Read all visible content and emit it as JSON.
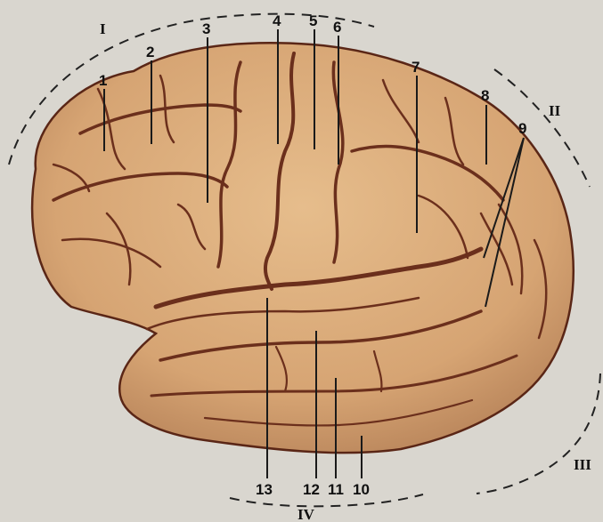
{
  "diagram": {
    "region_labels": [
      "I",
      "II",
      "III",
      "IV"
    ],
    "structure_labels": [
      "1",
      "2",
      "3",
      "4",
      "5",
      "6",
      "7",
      "8",
      "9",
      "10",
      "11",
      "12",
      "13"
    ]
  },
  "colors": {
    "background": "#d9d6cf",
    "brain_fill": "#d9a877",
    "sulcus": "#6b2f1c",
    "outline": "#5a2616",
    "leader_line": "#1a1a1a"
  }
}
